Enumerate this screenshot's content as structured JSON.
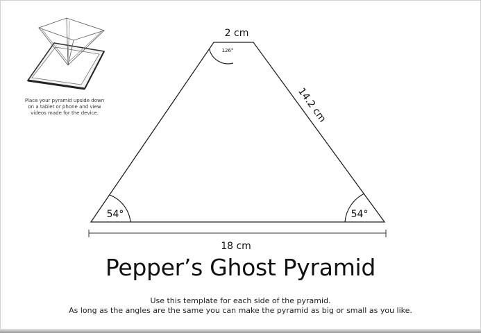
{
  "labels": {
    "top_width": "2 cm",
    "top_angle": "126°",
    "side_length": "14.2 cm",
    "left_angle": "54°",
    "right_angle": "54°",
    "base_width": "18 cm"
  },
  "inset_caption": [
    "Place your pyramid upside down",
    "on a tablet or phone and view",
    "videos made for the device."
  ],
  "title": "Pepper’s Ghost Pyramid",
  "instructions": [
    "Use this template for each side of the pyramid.",
    "As long as the angles are the same you can make the pyramid as big or small as you like."
  ]
}
